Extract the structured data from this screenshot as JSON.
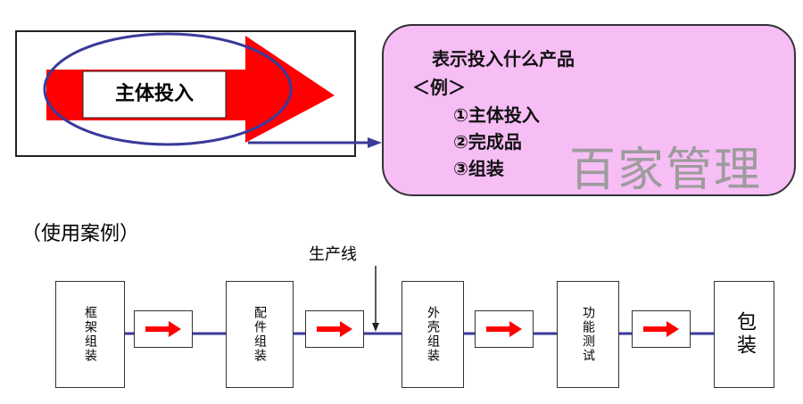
{
  "legend_label": "主体投入",
  "callout": {
    "line1": "表示投入什么产品",
    "line2": "＜例＞",
    "items": [
      "①主体投入",
      "②完成品",
      "③组装"
    ]
  },
  "watermark": "百家管理",
  "case_title": "（使用案例）",
  "line_label": "生产线",
  "stages": [
    "框架组装",
    "配件组装",
    "外壳组装",
    "功能测试",
    "包装"
  ],
  "colors": {
    "arrow_red": "#ff0000",
    "line_blue": "#3a3a9a",
    "callout_fill": "#f7bdf5",
    "watermark_gray": "#9c9c9c"
  }
}
